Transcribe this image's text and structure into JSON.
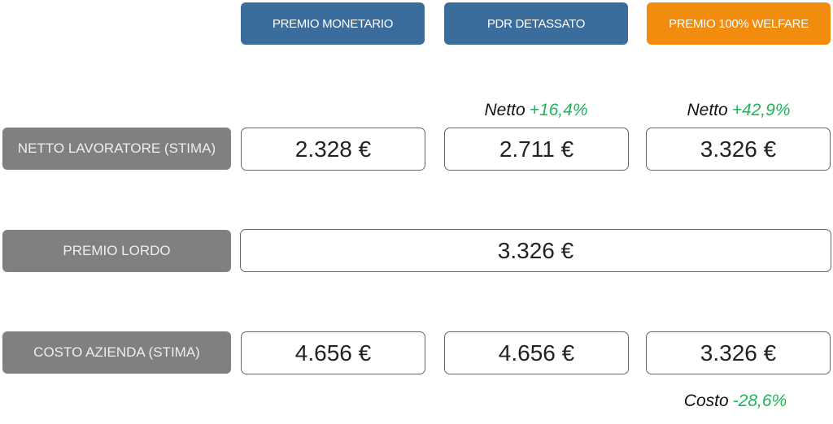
{
  "headers": [
    {
      "label": "PREMIO MONETARIO",
      "color": "#3a6c9c"
    },
    {
      "label": "PDR DETASSATO",
      "color": "#3a6c9c"
    },
    {
      "label": "PREMIO 100% WELFARE",
      "color": "#f28c0f"
    }
  ],
  "rows": {
    "netto": {
      "label": "NETTO LAVORATORE (STIMA)",
      "values": [
        "2.328 €",
        "2.711 €",
        "3.326 €"
      ]
    },
    "lordo": {
      "label": "PREMIO LORDO",
      "value": "3.326 €"
    },
    "costo": {
      "label": "COSTO AZIENDA (STIMA)",
      "values": [
        "4.656 €",
        "4.656 €",
        "3.326 €"
      ]
    }
  },
  "notes": {
    "netto_pdr": {
      "prefix": "Netto",
      "delta": "+16,4%"
    },
    "netto_welfare": {
      "prefix": "Netto",
      "delta": "+42,9%"
    },
    "costo_welfare": {
      "prefix": "Costo",
      "delta": "-28,6%"
    }
  },
  "accent_green": "#1fb55a"
}
